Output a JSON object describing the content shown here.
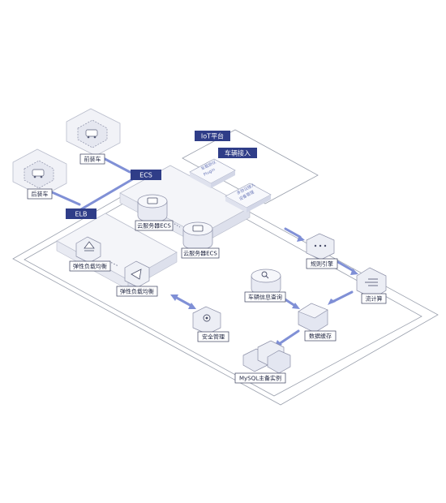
{
  "regions": {
    "iot_platform": "IoT平台",
    "vehicle_access": "车辆接入",
    "ecs": "ECS",
    "elb": "ELB"
  },
  "access_cards": {
    "card1_line1": "车载协议",
    "card1_line2": "Plugin",
    "card2_line1": "多协议接入",
    "card2_line2": "设备管理"
  },
  "nodes": {
    "front_car_top": "前装车",
    "front_car_left": "后装车",
    "ecs_server_1": "云服务器ECS",
    "ecs_server_2": "云服务器ECS",
    "elb_1": "弹性负载均衡",
    "elb_2": "弹性负载均衡",
    "security": "安全管理",
    "rule_engine": "规则引擎",
    "stream_compute": "流计算",
    "vehicle_query": "车辆信息查询",
    "data_cache": "数据缓存",
    "mysql": "MySQL主备实例"
  },
  "colors": {
    "accent": "#7f8fd6",
    "tag_bg": "#2f3d88",
    "outline": "#8a8a9a",
    "label_border": "#3a3f5c"
  },
  "icons": {
    "car": "car-icon",
    "server": "server-icon",
    "balancer": "balancer-icon",
    "shield": "shield-gear-icon",
    "search": "search-icon",
    "dots": "dots-icon",
    "flow": "flow-icon"
  }
}
